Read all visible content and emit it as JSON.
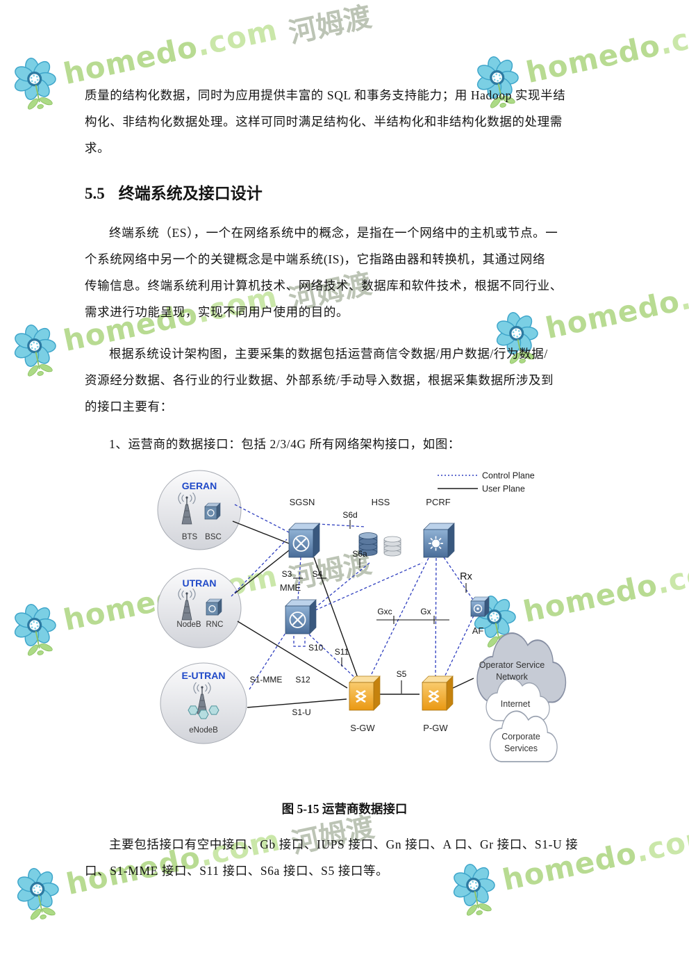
{
  "watermark": {
    "brand": "homedo",
    "tld": ".com",
    "cn": "河姆渡"
  },
  "doc": {
    "intro_lines": [
      "质量的结构化数据，同时为应用提供丰富的 SQL 和事务支持能力；用 Hadoop 实现半结",
      "构化、非结构化数据处理。这样可同时满足结构化、半结构化和非结构化数据的处理需",
      "求。"
    ],
    "heading_num": "5.5",
    "heading_title": "终端系统及接口设计",
    "para1_lines": [
      "终端系统（ES），一个在网络系统中的概念，是指在一个网络中的主机或节点。一",
      "个系统网络中另一个的关键概念是中端系统(IS)，它指路由器和转换机，其通过网络",
      "传输信息。终端系统利用计算机技术、网络技术、数据库和软件技术，根据不同行业、",
      "需求进行功能呈现，实现不同用户使用的目的。"
    ],
    "para2_lines": [
      "根据系统设计架构图，主要采集的数据包括运营商信令数据/用户数据/行为数据/",
      "资源经分数据、各行业的行业数据、外部系统/手动导入数据，根据采集数据所涉及到",
      "的接口主要有："
    ],
    "para3_line": "1、运营商的数据接口：包括 2/3/4G 所有网络架构接口，如图：",
    "figure_caption": "图 5-15 运营商数据接口",
    "para4_lines": [
      "主要包括接口有空中接口、Gb 接口、IUPS 接口、Gn 接口、A 口、Gr 接口、S1-U 接",
      "口、S1-MME 接口、S11 接口、S6a 接口、S5 接口等。"
    ]
  },
  "diagram": {
    "legend": {
      "control": "Control Plane",
      "user": "User Plane"
    },
    "groups": {
      "geran": {
        "name": "GERAN",
        "a": "BTS",
        "b": "BSC"
      },
      "utran": {
        "name": "UTRAN",
        "a": "NodeB",
        "b": "RNC"
      },
      "eutran": {
        "name": "E-UTRAN",
        "a": "eNodeB"
      }
    },
    "nodes": {
      "sgsn": "SGSN",
      "hss": "HSS",
      "pcrf": "PCRF",
      "mme": "MME",
      "sgw": "S-GW",
      "pgw": "P-GW",
      "af": "AF"
    },
    "interfaces": {
      "s6d": "S6d",
      "s6a": "S6a",
      "s3": "S3",
      "s4": "S4",
      "s10": "S10",
      "s11": "S11",
      "s12": "S12",
      "s1mme": "S1-MME",
      "s1u": "S1-U",
      "s5": "S5",
      "gxc": "Gxc",
      "gx": "Gx",
      "rx": "Rx"
    },
    "clouds": {
      "osn1": "Operator Service",
      "osn2": "Network",
      "internet": "Internet",
      "corp1": "Corporate",
      "corp2": "Services"
    }
  }
}
